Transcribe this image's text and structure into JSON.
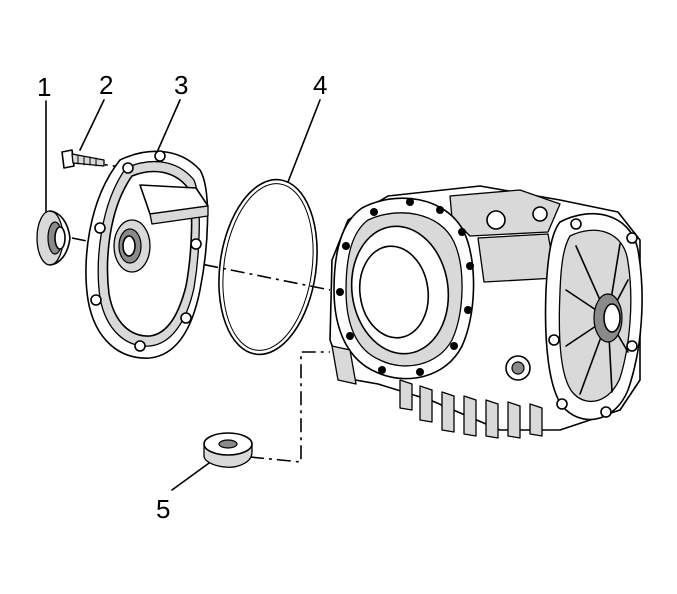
{
  "callouts": [
    {
      "id": "1",
      "label": "1"
    },
    {
      "id": "2",
      "label": "2"
    },
    {
      "id": "3",
      "label": "3"
    },
    {
      "id": "4",
      "label": "4"
    },
    {
      "id": "5",
      "label": "5"
    }
  ],
  "colors": {
    "line": "#000000",
    "shade": "#d9d9d9",
    "dark": "#8a8a8a",
    "background": "#ffffff"
  }
}
